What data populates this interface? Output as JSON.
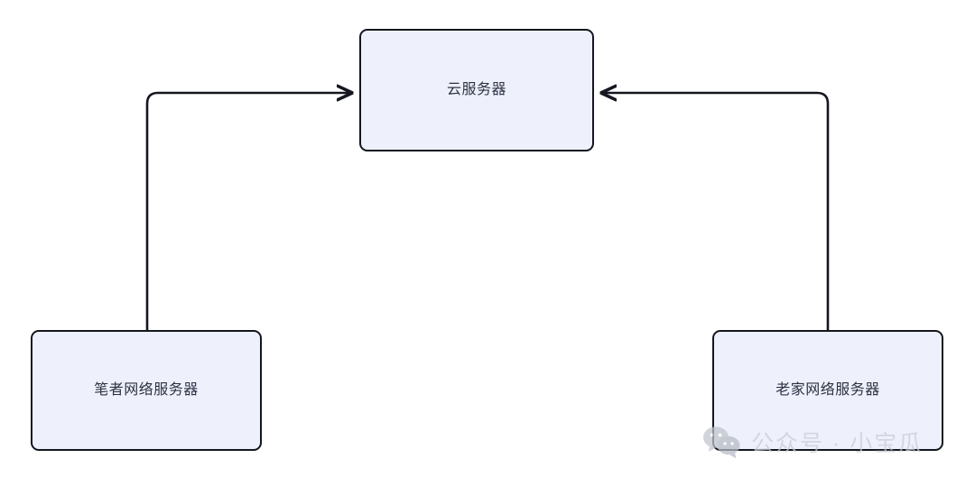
{
  "diagram": {
    "type": "network-topology-flowchart",
    "background_color": "#ffffff",
    "node_fill_color": "#eef1fc",
    "node_border_color": "#14171f",
    "node_text_color": "#2c3142",
    "connector_color": "#14171f",
    "nodes": [
      {
        "id": "cloud-server",
        "label": "云服务器",
        "position": "top-center"
      },
      {
        "id": "local-network-server",
        "label": "笔者网络服务器",
        "position": "bottom-left"
      },
      {
        "id": "home-network-server",
        "label": "老家网络服务器",
        "position": "bottom-right"
      }
    ],
    "connectors": [
      {
        "id": "local-to-cloud",
        "from": "local-network-server",
        "to": "cloud-server",
        "style": "elbow",
        "arrowhead": "end",
        "direction": "right"
      },
      {
        "id": "home-to-cloud",
        "from": "home-network-server",
        "to": "cloud-server",
        "style": "elbow",
        "arrowhead": "end",
        "direction": "left"
      }
    ]
  },
  "watermark": {
    "icon": "wechat-icon",
    "text": "公众号 · 小宝瓜",
    "color": "#c9ccd4"
  }
}
